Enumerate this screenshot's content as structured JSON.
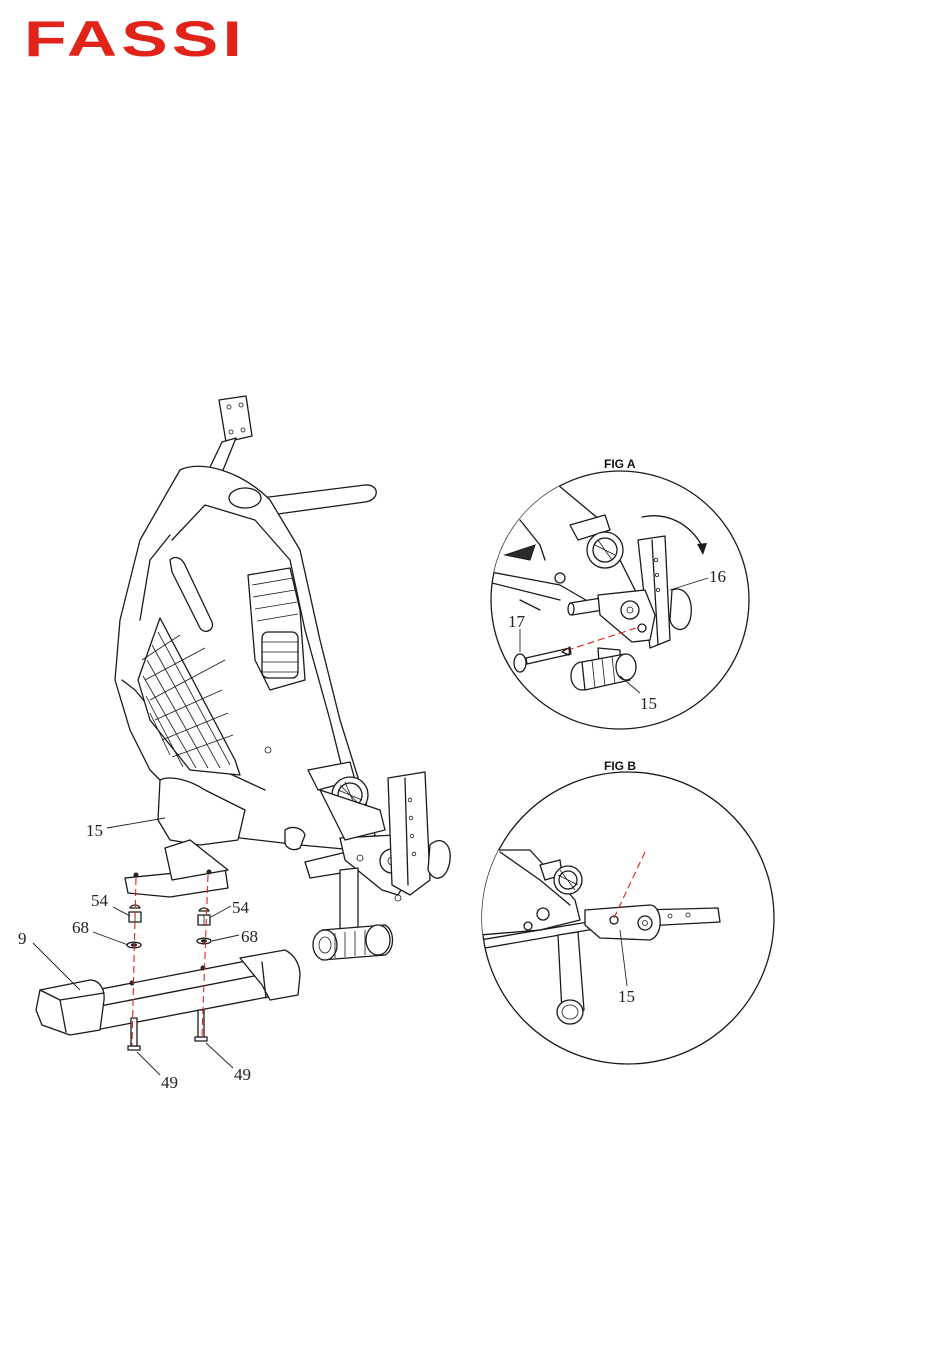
{
  "brand": {
    "logo_text": "FASSI",
    "logo_color": "#e2231a"
  },
  "main_view": {
    "callouts": {
      "frame": "15",
      "nut_left": "54",
      "nut_right": "54",
      "washer_left": "68",
      "washer_right": "68",
      "stabilizer": "9",
      "bolt_left": "49",
      "bolt_right": "49"
    }
  },
  "fig_a": {
    "title": "FIG A",
    "callouts": {
      "bracket": "16",
      "pin": "17",
      "frame": "15"
    }
  },
  "fig_b": {
    "title": "FIG B",
    "callouts": {
      "frame": "15"
    }
  },
  "colors": {
    "line": "#1a1a1a",
    "assembly_guide": "#e2231a"
  }
}
